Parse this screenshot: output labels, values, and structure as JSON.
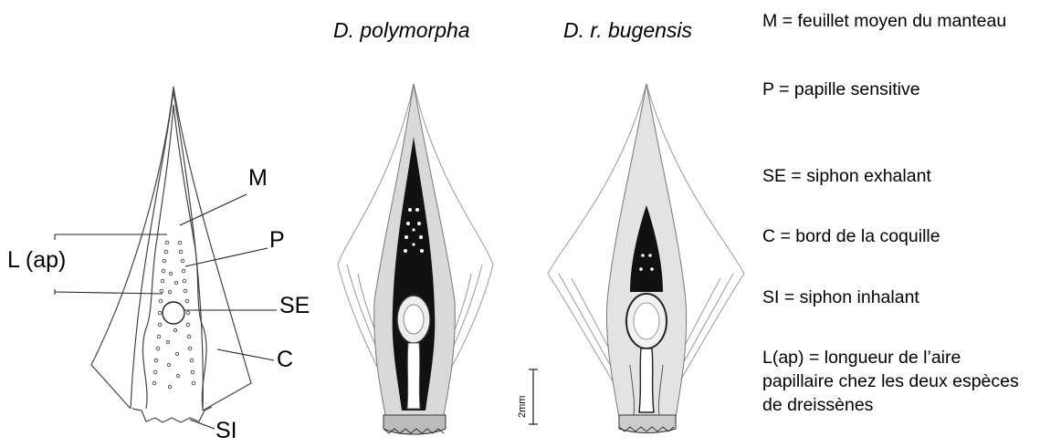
{
  "figure": {
    "labels": {
      "M": "M",
      "P": "P",
      "SE": "SE",
      "C": "C",
      "SI": "SI",
      "Lap": "L (ap)"
    },
    "titles": {
      "left": "D. polymorpha",
      "right": "D. r. bugensis"
    },
    "scale_bar": "2mm",
    "legend": [
      "M = feuillet moyen du manteau",
      "P = papille sensitive",
      "SE = siphon exhalant",
      "C = bord de la coquille",
      "SI = siphon inhalant",
      "L(ap) = longueur de l’aire papillaire chez les deux espèces de dreissènes"
    ]
  }
}
